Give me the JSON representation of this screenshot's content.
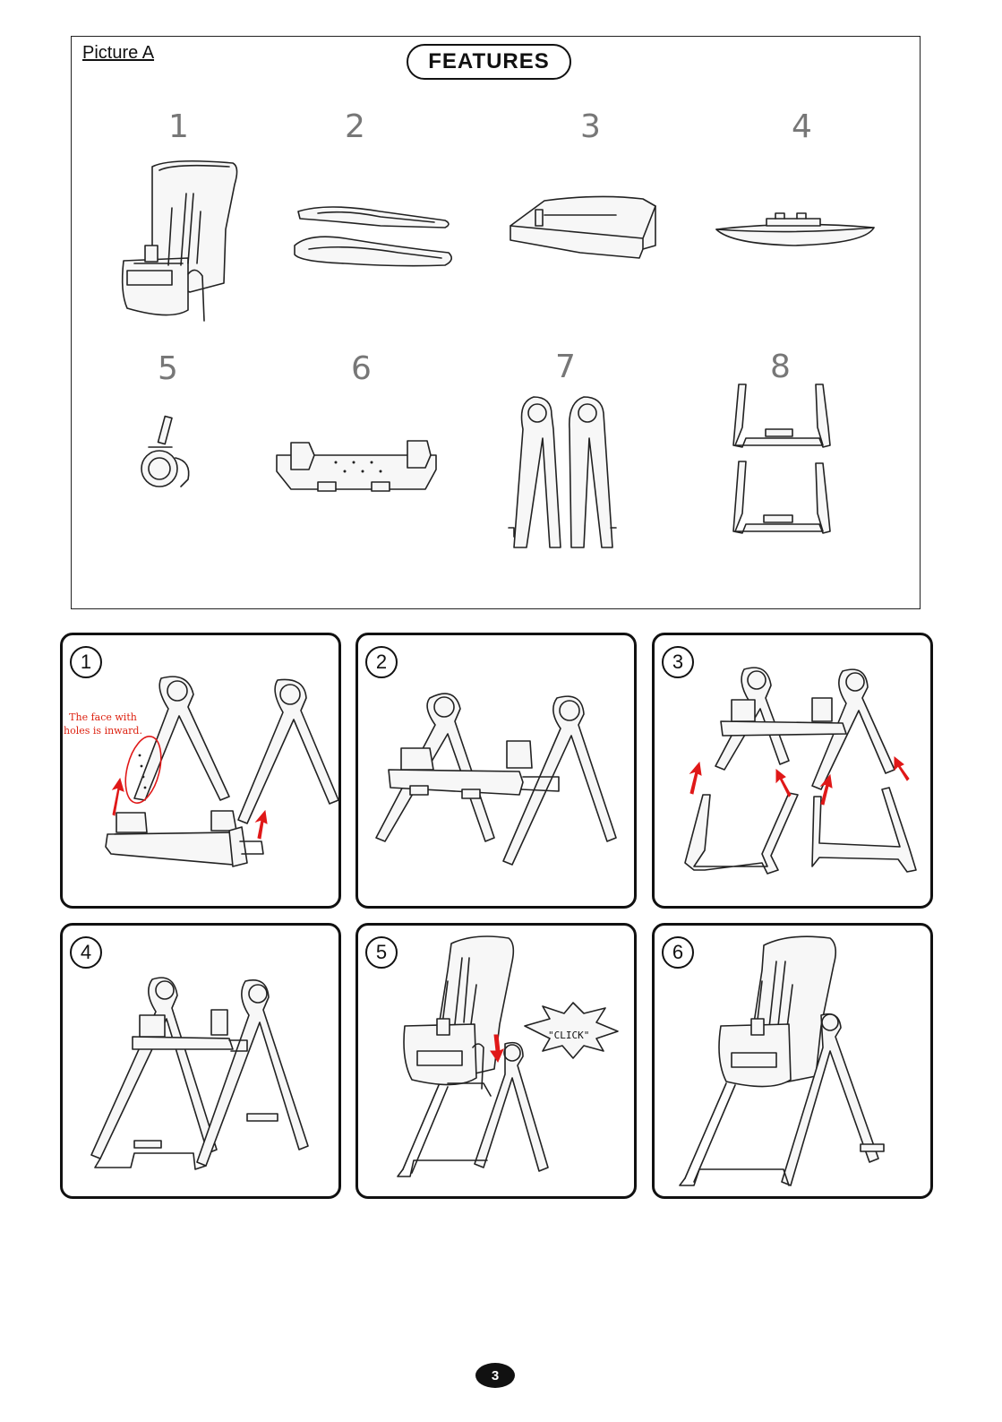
{
  "features": {
    "picture_label": "Picture A",
    "title": "FEATURES",
    "parts": [
      {
        "number": "1",
        "icon": "seat-unit-icon"
      },
      {
        "number": "2",
        "icon": "tray-frames-icon"
      },
      {
        "number": "3",
        "icon": "footrest-icon"
      },
      {
        "number": "4",
        "icon": "tray-icon"
      },
      {
        "number": "5",
        "icon": "wheel-icon"
      },
      {
        "number": "6",
        "icon": "seat-base-icon"
      },
      {
        "number": "7",
        "icon": "front-legs-icon"
      },
      {
        "number": "8",
        "icon": "rear-legs-icon"
      }
    ]
  },
  "steps": [
    {
      "number": "1",
      "note": "The face with holes is inward."
    },
    {
      "number": "2"
    },
    {
      "number": "3"
    },
    {
      "number": "4"
    },
    {
      "number": "5",
      "callout": "\"CLICK\""
    },
    {
      "number": "6"
    }
  ],
  "page_number": "3",
  "colors": {
    "accent": "#e01818",
    "line": "#222222",
    "badge": "#111111"
  }
}
